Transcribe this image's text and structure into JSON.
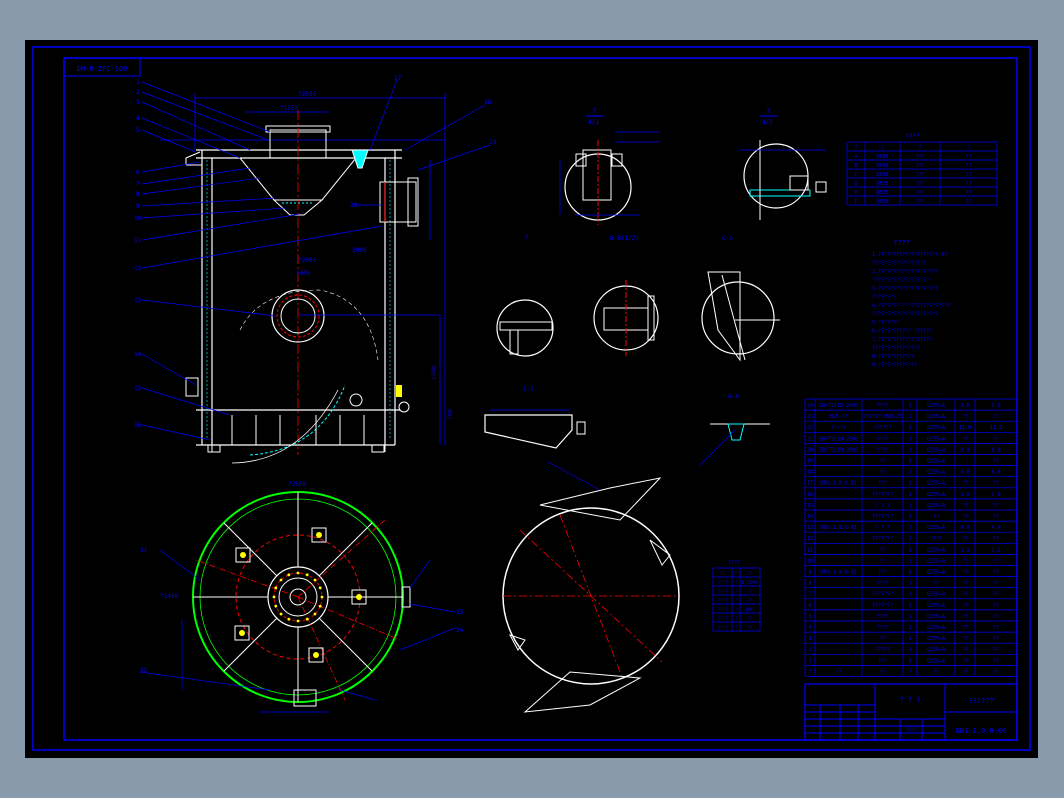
{
  "colors": {
    "background": "#8a9aad",
    "sheet": "#000000",
    "frame": "#0000ff",
    "text": "#0000ff",
    "outline": "#ffffff",
    "centerline": "#ff0000",
    "hatch": "#00ffff",
    "shell": "#00ff00",
    "nozzle": "#ffff00",
    "aux": "#ff00ff"
  },
  "drawing": {
    "drawing_code": "DN-R-ZFC-100",
    "sheet_number": "DN1-1.0.0-00",
    "title_mark": "??????",
    "title_block_mid": "? ? ?",
    "title_block_small": "1?1?",
    "view_labels": {
      "section_a": "?",
      "section_a_sub": "4/1",
      "section_b": "?",
      "section_b_sub": "4/1",
      "detail_c": "?",
      "detail_c_sub": "1/1",
      "section_bb": "B-B(1/2)",
      "section_cc": "C-C",
      "section_ab": "A-A",
      "i_view": "I-I"
    },
    "tech_requirements_title": "????",
    "tech_requirements": [
      "1.????????????????????-87",
      "  ??????????????????",
      "2.????????????????????",
      "  ???????????????????",
      "3.????????????????????",
      "  ????????",
      "4.???????-?-??????????????",
      "  ??????????????????????",
      "5.???????",
      "6.??????????? ??????",
      "7.??????????????????",
      "  ????????????????",
      "8.????????????",
      "9.?????????????"
    ],
    "dims": {
      "overall_width": "?2500",
      "top_width": "?1550",
      "inner": "?2000",
      "height_1500": "1500",
      "height_1400": "1400",
      "height_700": "700",
      "bottom": "2000",
      "plan_d": "?2500",
      "plan_d2": "?1400"
    },
    "leaders": [
      "1",
      "2",
      "3",
      "4",
      "5",
      "6",
      "7",
      "8",
      "9",
      "10",
      "11",
      "12",
      "13",
      "14",
      "15",
      "16",
      "17",
      "18",
      "19",
      "20",
      "21",
      "22",
      "23",
      "24"
    ],
    "nozzle_table_title": "????",
    "nozzle_table_rows": [
      [
        "?",
        "?",
        "?",
        "?"
      ],
      [
        "A",
        "DN80",
        "???",
        "??"
      ],
      [
        "B",
        "DN50",
        "???",
        "??"
      ],
      [
        "C",
        "DN50",
        "???",
        "??"
      ],
      [
        "D",
        "DN25",
        "???",
        "??"
      ],
      [
        "E",
        "DN25",
        "???",
        "??"
      ],
      [
        "F",
        "DN20",
        "???",
        "??"
      ]
    ],
    "parts_table_rows": [
      [
        "24",
        "GB/T9119-2000",
        "????",
        "1",
        "Q235-A",
        "3.6",
        "3.6"
      ],
      [
        "23",
        "HG5-??",
        "?????? PN0.25",
        "1",
        "Q235-A",
        "??",
        "??"
      ],
      [
        "22",
        "??-??",
        "??????",
        "1",
        "Q235-A",
        "11.0",
        "11.0"
      ],
      [
        "21",
        "GB/T9119-2000",
        "????",
        "1",
        "Q235-A",
        "??",
        "??"
      ],
      [
        "20",
        "GB/T9119-2000",
        "????",
        "1",
        "Q235-A",
        "0.9",
        "0.9"
      ],
      [
        "19",
        "",
        "??",
        "1",
        "Q235-A",
        "",
        "??"
      ],
      [
        "18",
        "",
        "??",
        "1",
        "Q235-A",
        "6.0",
        "6.0"
      ],
      [
        "17",
        "DN1-1.0.0-01",
        "???",
        "1",
        "Q235-A",
        "??",
        "??"
      ],
      [
        "16",
        "",
        "???????",
        "1",
        "Q235-A",
        "1.0",
        "1.0"
      ],
      [
        "15",
        "",
        "? ? ?",
        "1",
        "Q235-A",
        "??",
        "??"
      ],
      [
        "14",
        "",
        "???????",
        "1",
        "??",
        "??",
        "??"
      ],
      [
        "13",
        "DN1-1.0.0-03",
        "? ? ?",
        "1",
        "Q235-A",
        "4.0",
        "4.0"
      ],
      [
        "12",
        "",
        "???????",
        "1",
        "????",
        "??",
        "??"
      ],
      [
        "11",
        "",
        "??",
        "1",
        "Q235-A",
        "1.2",
        "1.2"
      ],
      [
        "10",
        "",
        "??",
        "1",
        "Q235-A",
        "??",
        "??"
      ],
      [
        "9",
        "DN1-1.0.0-02",
        "???",
        "1",
        "Q235-A",
        "??",
        "??"
      ],
      [
        "8",
        "",
        "????",
        "1",
        "??",
        "??",
        "??"
      ],
      [
        "7",
        "",
        "???????",
        "1",
        "Q235-A",
        "??",
        "??"
      ],
      [
        "6",
        "",
        "???????",
        "1",
        "Q235-A",
        "??",
        "??"
      ],
      [
        "5",
        "",
        "????",
        "1",
        "Q235-A",
        "??",
        "??"
      ],
      [
        "4",
        "",
        "????",
        "1",
        "Q235-A",
        "??",
        "??"
      ],
      [
        "3",
        "",
        "??",
        "1",
        "Q235-A",
        "??",
        "??"
      ],
      [
        "2",
        "",
        "?????",
        "1",
        "Q235-A",
        "??",
        "??"
      ],
      [
        "1",
        "",
        "???",
        "1",
        "Q235-A",
        "??",
        "??"
      ]
    ],
    "parts_table_header": [
      "?",
      "??",
      "??",
      "?",
      "??",
      "??",
      "??"
    ],
    "small_table_title": "????",
    "small_table_rows": [
      [
        "??",
        "??",
        "??"
      ],
      [
        "????",
        "?",
        "0.25MPa"
      ],
      [
        "????",
        "?",
        "??"
      ],
      [
        "????",
        "?",
        "??"
      ],
      [
        "????",
        "?",
        "100?"
      ],
      [
        "????",
        "?",
        "??"
      ],
      [
        "????",
        "?",
        "??"
      ]
    ]
  }
}
